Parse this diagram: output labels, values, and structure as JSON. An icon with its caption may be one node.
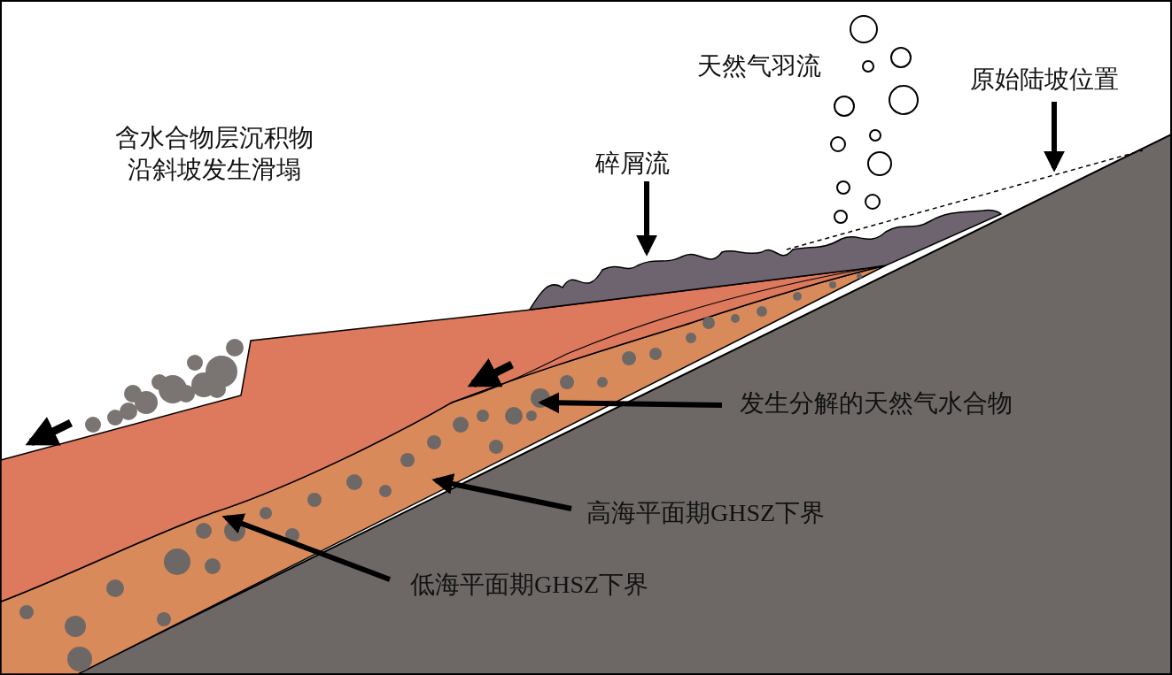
{
  "diagram": {
    "nodes": [
      {
        "text": [
          "碎屑流"
        ]
      },
      {
        "text": [
          "原始陆坡位置"
        ]
      },
      {
        "text": [
          "发生分解的天然气水合物"
        ]
      },
      {
        "text": [
          "高海平面期GHSZ下界"
        ]
      },
      {
        "text": [
          "低海平面期GHSZ下界"
        ]
      }
    ],
    "edges": [
      {
        "from": 0,
        "to": null,
        "arrow": "to"
      },
      {
        "from": 1,
        "to": null,
        "arrow": "to"
      },
      {
        "from": 2,
        "to": null,
        "arrow": "to"
      },
      {
        "from": 3,
        "to": null,
        "arrow": "to"
      },
      {
        "from": 4,
        "to": null,
        "arrow": "to"
      }
    ],
    "labels": [
      "含水合物层沉积物沿斜坡发生滑塌",
      "天然气羽流"
    ]
  }
}
